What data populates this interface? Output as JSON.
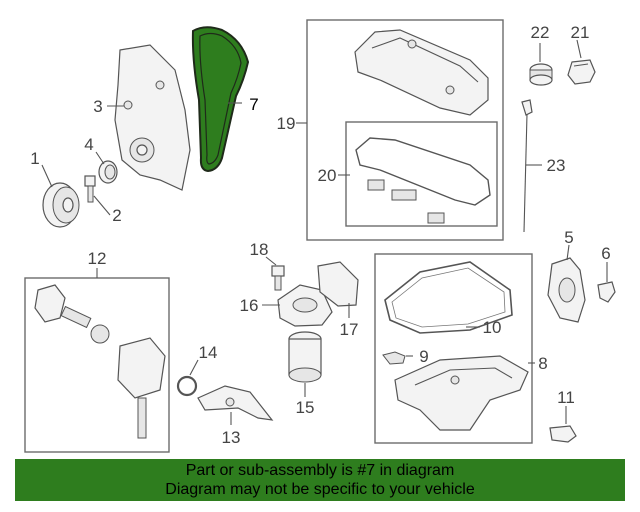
{
  "labels": {
    "l1": "1",
    "l2": "2",
    "l3": "3",
    "l4": "4",
    "l5": "5",
    "l6": "6",
    "l7": "7",
    "l8": "8",
    "l9": "9",
    "l10": "10",
    "l11": "11",
    "l12": "12",
    "l13": "13",
    "l14": "14",
    "l15": "15",
    "l16": "16",
    "l17": "17",
    "l18": "18",
    "l19": "19",
    "l20": "20",
    "l21": "21",
    "l22": "22",
    "l23": "23"
  },
  "banner": {
    "line1": "Part or sub-assembly is #7 in diagram",
    "line2": "Diagram may not be specific to your vehicle"
  },
  "colors": {
    "highlight": "#2e7d1e",
    "banner_bg": "#2e7d1e",
    "line": "#555555"
  }
}
